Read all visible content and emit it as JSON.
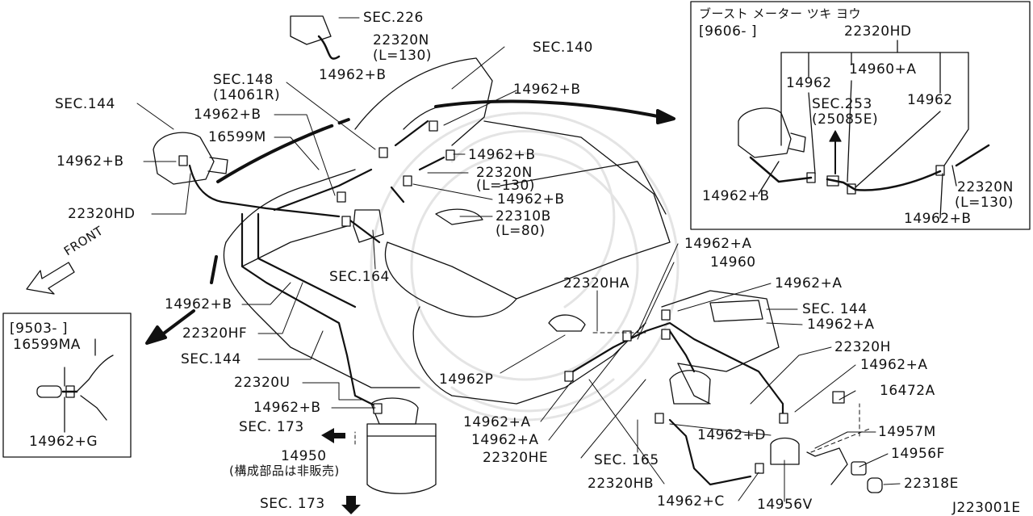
{
  "diagram": {
    "inset_top": {
      "title": "ブースト メーター ツキ ヨウ",
      "date_range": "[9606- ]",
      "labels": {
        "hose_code": "22320HD",
        "part_a": "14962",
        "part_b": "14960+A",
        "sec_253": "SEC.253",
        "sec_253_ref": "(25085E)",
        "part_c": "14962",
        "clamp_b": "14962+B",
        "hose_n": "22320N",
        "hose_n_len": "(L=130)",
        "clamp_b2": "14962+B"
      }
    },
    "inset_left": {
      "date_range": "[9503- ]",
      "part": "16599MA",
      "clamp_g": "14962+G"
    },
    "front_label": "FRONT",
    "labels": {
      "sec_226": "SEC.226",
      "hose_n_top": "22320N",
      "hose_n_top_len": "(L=130)",
      "sec_140": "SEC.140",
      "sec_148": "SEC.148",
      "sec_148_ref": "(14061R)",
      "clamp_b_1": "14962+B",
      "clamp_b_2": "14962+B",
      "sec_144_top": "SEC.144",
      "clamp_b_3": "14962+B",
      "part_16599m": "16599M",
      "clamp_b_4": "14962+B",
      "clamp_b_5": "14962+B",
      "hose_n_mid": "22320N",
      "hose_n_mid_len": "(L=130)",
      "clamp_b_6": "14962+B",
      "hose_hd": "22320HD",
      "hose_b": "22310B",
      "hose_b_len": "(L=80)",
      "sec_164": "SEC.164",
      "clamp_a_1": "14962+A",
      "part_14960": "14960",
      "hose_ha": "22320HA",
      "clamp_a_2": "14962+A",
      "sec_144_right": "SEC. 144",
      "clamp_a_3": "14962+A",
      "clamp_b_7": "14962+B",
      "hose_hf": "22320HF",
      "sec_144_left": "SEC.144",
      "hose_h": "22320H",
      "clamp_a_4": "14962+A",
      "clamp_p": "14962P",
      "hose_u": "22320U",
      "part_16472a": "16472A",
      "clamp_b_8": "14962+B",
      "clamp_a_5": "14962+A",
      "part_14957m": "14957M",
      "sec_173_top": "SEC. 173",
      "clamp_a_6": "14962+A",
      "clamp_d": "14962+D",
      "part_14950": "14950",
      "not_sold_note": "(構成部品は非販売)",
      "hose_he": "22320HE",
      "sec_165": "SEC. 165",
      "part_14956f": "14956F",
      "hose_hb": "22320HB",
      "part_22318e": "22318E",
      "sec_173_bottom": "SEC. 173",
      "clamp_c": "14962+C",
      "part_14956v": "14956V",
      "diagram_code": "J223001E"
    }
  }
}
